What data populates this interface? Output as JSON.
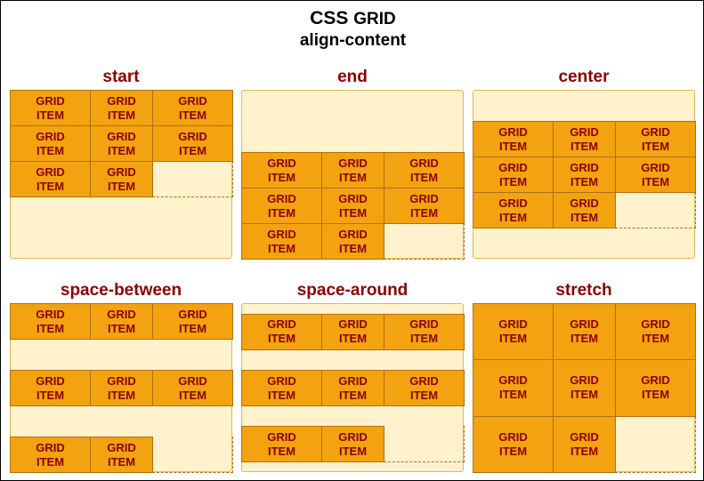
{
  "header": {
    "title_prefix": "CSS",
    "title_suffix": "GRID",
    "subtitle": "align-content"
  },
  "item_line1": "GRID",
  "item_line2": "ITEM",
  "panels": [
    {
      "label": "start",
      "mode": "start"
    },
    {
      "label": "end",
      "mode": "end"
    },
    {
      "label": "center",
      "mode": "center"
    },
    {
      "label": "space-between",
      "mode": "space-between"
    },
    {
      "label": "space-around",
      "mode": "space-around"
    },
    {
      "label": "stretch",
      "mode": "stretch"
    }
  ],
  "grid": {
    "columns": 3,
    "rows": 3,
    "item_count": 8
  },
  "colors": {
    "container_fill": "#fff2cc",
    "container_border": "#e2b84d",
    "item_fill": "#f2a30f",
    "item_border": "#b07010",
    "label_color": "#8b0000"
  }
}
